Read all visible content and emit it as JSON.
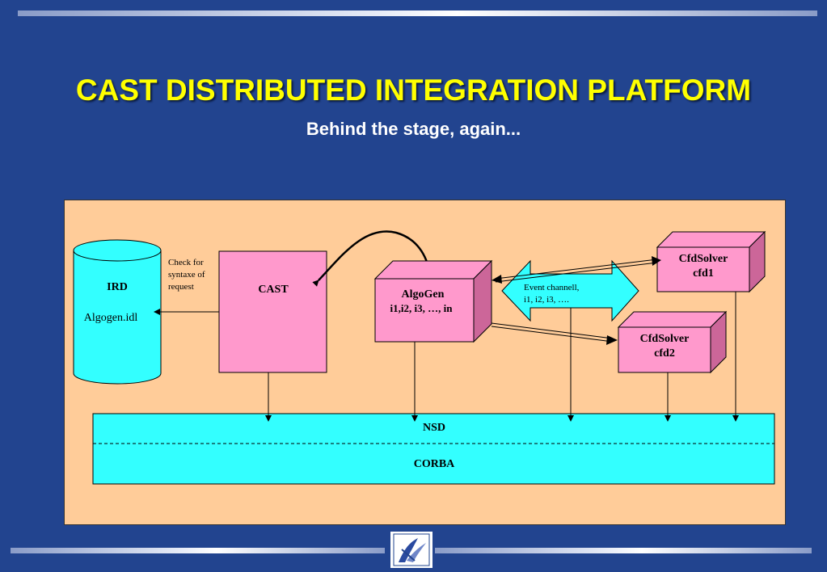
{
  "slide": {
    "title": "CAST DISTRIBUTED INTEGRATION PLATFORM",
    "subtitle": "Behind the stage, again..."
  },
  "diagram": {
    "ird": {
      "title": "IRD",
      "file": "Algogen.idl"
    },
    "check_note": [
      "Check for",
      "syntaxe of",
      "request"
    ],
    "cast": {
      "label": "CAST"
    },
    "algogen": {
      "name": "AlgoGen",
      "params": "i1,i2, i3, …, in"
    },
    "event_channel": [
      "Event channell,",
      "i1, i2, i3, …."
    ],
    "cfd1": {
      "name": "CfdSolver",
      "id": "cfd1"
    },
    "cfd2": {
      "name": "CfdSolver",
      "id": "cfd2"
    },
    "nsd": {
      "label": "NSD"
    },
    "corba": {
      "label": "CORBA"
    }
  },
  "colors": {
    "background": "#22448f",
    "title": "#ffff00",
    "panel": "#ffcc99",
    "cyan": "#33ffff",
    "pink": "#ff99cc"
  }
}
